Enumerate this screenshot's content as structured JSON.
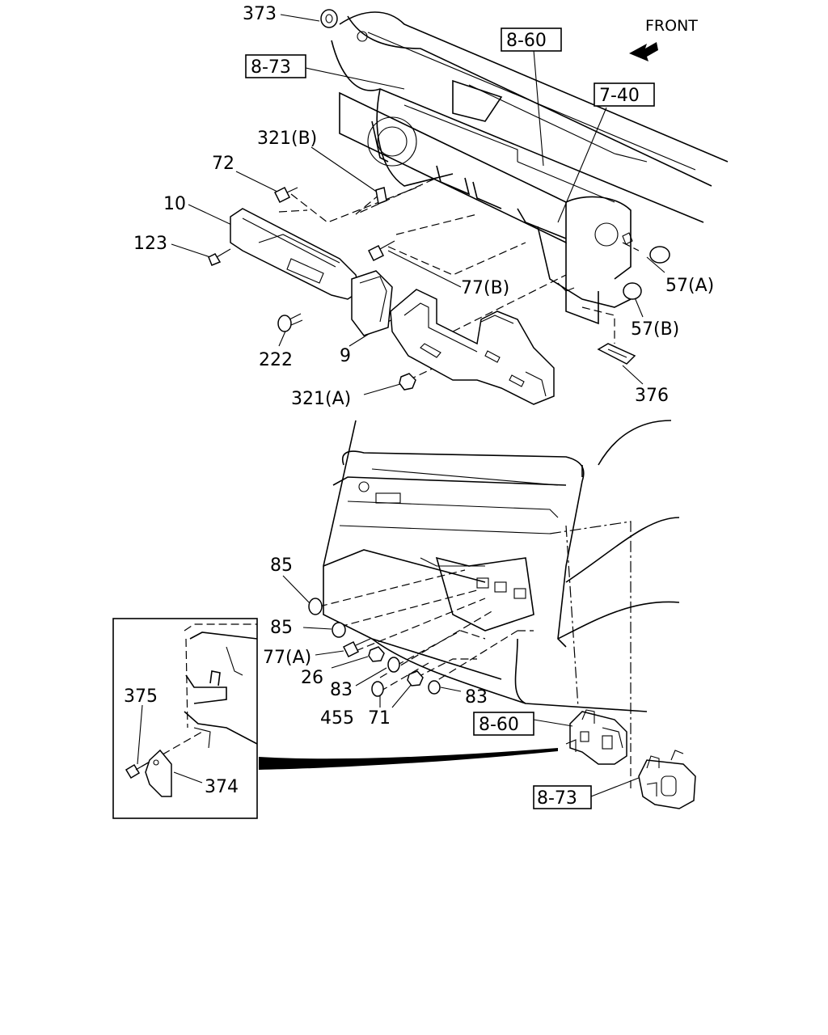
{
  "front_label": "FRONT",
  "callouts": {
    "p373": "373",
    "ref_8_73_top": "8-73",
    "ref_8_60_top": "8-60",
    "ref_7_40": "7-40",
    "p321b": "321(B)",
    "p72": "72",
    "p10": "10",
    "p123": "123",
    "p77b": "77(B)",
    "p57a": "57(A)",
    "p57b": "57(B)",
    "p222": "222",
    "p9": "9",
    "p321a": "321(A)",
    "p376": "376",
    "p85a": "85",
    "p85b": "85",
    "p77a": "77(A)",
    "p26": "26",
    "p83a": "83",
    "p83b": "83",
    "p455": "455",
    "p71": "71",
    "ref_8_60_bottom": "8-60",
    "ref_8_73_bottom": "8-73",
    "p375": "375",
    "p374": "374"
  }
}
